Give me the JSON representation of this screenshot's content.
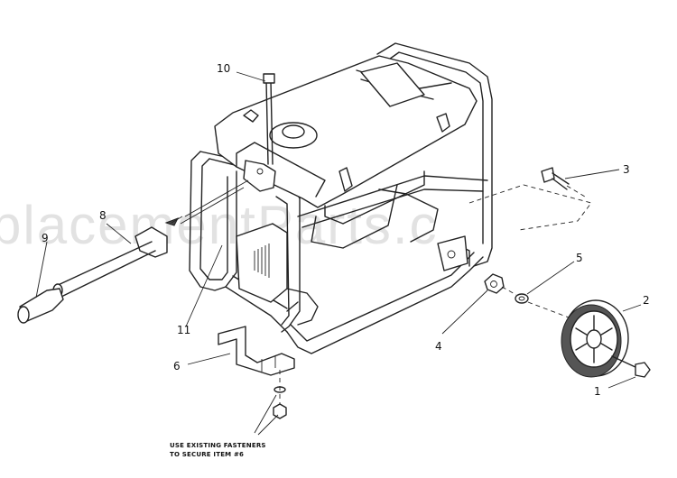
{
  "watermark": "placementParts.c",
  "callouts": {
    "c1": "1",
    "c2": "2",
    "c3": "3",
    "c4": "4",
    "c5": "5",
    "c6": "6",
    "c8": "8",
    "c9": "9",
    "c10": "10",
    "c11": "11"
  },
  "note": {
    "line1": "USE EXISTING FASTENERS",
    "line2": "TO SECURE ITEM #6"
  }
}
